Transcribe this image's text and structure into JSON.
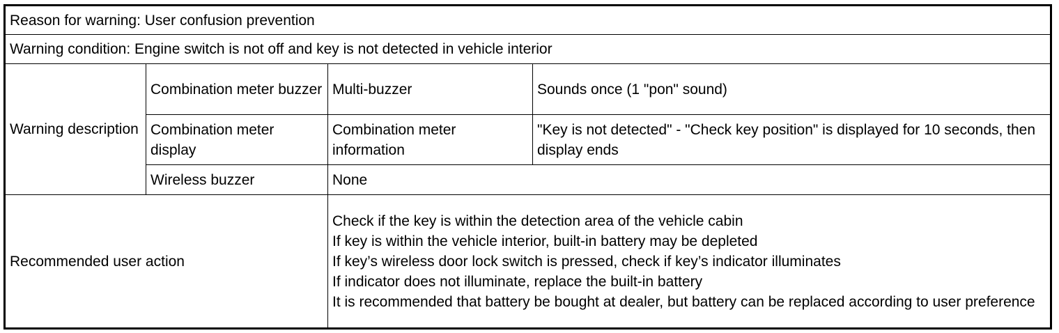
{
  "reason": "Reason for warning: User confusion prevention",
  "condition": "Warning condition: Engine switch is not off and key is not detected in vehicle interior",
  "warning_description": {
    "label": "Warning description",
    "rows": [
      {
        "device": "Combination meter buzzer",
        "type": "Multi-buzzer",
        "detail": "Sounds once (1 \"pon\" sound)"
      },
      {
        "device": "Combination meter display",
        "type": "Combination meter information",
        "detail": "\"Key is not detected\" - \"Check key position\" is displayed for 10 seconds, then display ends"
      },
      {
        "device": "Wireless buzzer",
        "type": "None",
        "detail": ""
      }
    ]
  },
  "recommended_action": {
    "label": "Recommended user action",
    "lines": [
      "Check if the key is within the detection area of the vehicle cabin",
      "If key is within the vehicle interior, built-in battery may be depleted",
      "If key’s wireless door lock switch is pressed, check if key’s indicator illuminates",
      "If indicator does not illuminate, replace the built-in battery",
      "It is recommended that battery be bought at dealer, but battery can be replaced according to user preference"
    ]
  }
}
